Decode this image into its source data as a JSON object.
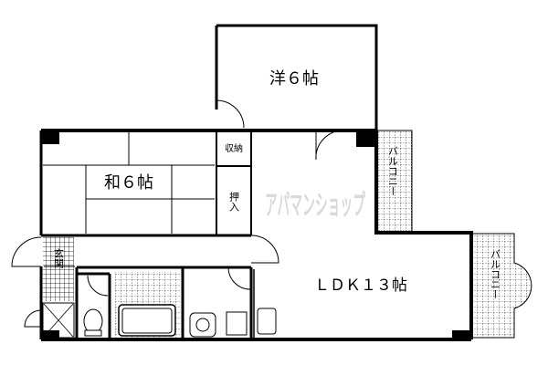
{
  "floorplan": {
    "rooms": {
      "western": "洋６帖",
      "japanese": "和６帖",
      "ldk": "ＬＤＫ１３帖",
      "storage": "収納",
      "closet": "押入",
      "entrance": "玄関",
      "balcony1": "バルコニー",
      "balcony2": "バルコニー"
    },
    "watermark": "アパマンショップ",
    "colors": {
      "wall": "#000000",
      "watermark": "#d9d9d9"
    }
  }
}
